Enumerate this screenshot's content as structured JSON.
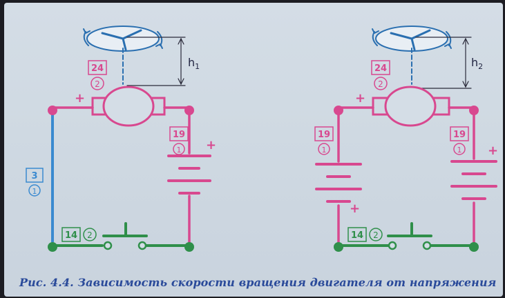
{
  "caption": "Рис. 4.4. Зависимость скорости вращения двигателя от напряжения",
  "colors": {
    "wire": "#d8488f",
    "ground": "#2f8f4a",
    "blue_wire": "#3a8ad0",
    "label_box": "#d8488f",
    "green_label": "#2f8f4a",
    "blue_label": "#3a8ad0"
  },
  "left_circuit": {
    "height_label": "h",
    "height_sub": "1",
    "motor_box": "24",
    "motor_circle": "2",
    "battery_box": "19",
    "battery_circle": "1",
    "battery_plus": "+",
    "motor_plus": "+",
    "wire_box": "3",
    "wire_circle": "1",
    "switch_box": "14",
    "switch_circle": "2"
  },
  "right_circuit": {
    "height_label": "h",
    "height_sub": "2",
    "motor_box": "24",
    "motor_circle": "2",
    "battery1_box": "19",
    "battery1_circle": "1",
    "battery1_plus": "+",
    "battery2_box": "19",
    "battery2_circle": "1",
    "battery2_plus": "+",
    "motor_plus": "+",
    "switch_box": "14",
    "switch_circle": "2"
  }
}
